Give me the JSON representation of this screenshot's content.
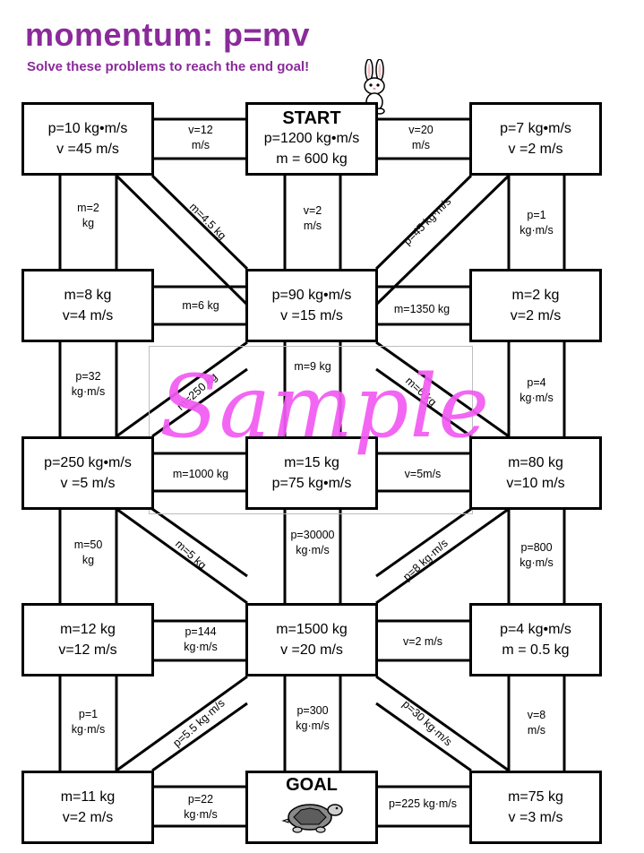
{
  "header": {
    "title": "momentum: p=mv",
    "subtitle": "Solve these problems to reach the end goal!"
  },
  "colors": {
    "title": "#8b2a9b",
    "watermark": "#f35af3",
    "line": "#000000"
  },
  "icons": {
    "top_right": "bunny-icon",
    "goal": "turtle-icon"
  },
  "boxes": {
    "b00": {
      "line1": "p=10 kg•m/s",
      "line2": "v =45 m/s"
    },
    "b01": {
      "header": "START",
      "line1": "p=1200 kg•m/s",
      "line2": "m = 600 kg"
    },
    "b02": {
      "line1": "p=7 kg•m/s",
      "line2": "v =2 m/s"
    },
    "b10": {
      "line1": "m=8 kg",
      "line2": "v=4 m/s"
    },
    "b11": {
      "line1": "p=90 kg•m/s",
      "line2": "v =15 m/s"
    },
    "b12": {
      "line1": "m=2 kg",
      "line2": "v=2 m/s"
    },
    "b20": {
      "line1": "p=250 kg•m/s",
      "line2": "v =5 m/s"
    },
    "b21": {
      "line1": "m=15 kg",
      "line2": "p=75 kg•m/s"
    },
    "b22": {
      "line1": "m=80 kg",
      "line2": "v=10 m/s"
    },
    "b30": {
      "line1": "m=12 kg",
      "line2": "v=12 m/s"
    },
    "b31": {
      "line1": "m=1500 kg",
      "line2": "v =20 m/s"
    },
    "b32": {
      "line1": "p=4 kg•m/s",
      "line2": "m = 0.5 kg"
    },
    "b40": {
      "line1": "m=11 kg",
      "line2": "v=2 m/s"
    },
    "b41": {
      "header": "GOAL"
    },
    "b42": {
      "line1": "m=75 kg",
      "line2": "v =3 m/s"
    }
  },
  "horizontal_paths": {
    "r0a": [
      "v=12",
      "m/s"
    ],
    "r0b": [
      "v=20",
      "m/s"
    ],
    "r1a": [
      "m=6 kg"
    ],
    "r1b": [
      "m=1350 kg"
    ],
    "r2a": [
      "m=1000 kg"
    ],
    "r2b": [
      "v=5m/s"
    ],
    "r3a": [
      "p=144",
      "kg·m/s"
    ],
    "r3b": [
      "v=2 m/s"
    ],
    "r4a": [
      "p=22",
      "kg·m/s"
    ],
    "r4b": [
      "p=225 kg·m/s"
    ]
  },
  "vertical_paths": {
    "c0a": [
      "m=2",
      "kg"
    ],
    "c1a": [
      "v=2",
      "m/s"
    ],
    "c2a": [
      "p=1",
      "kg·m/s"
    ],
    "c0b": [
      "p=32",
      "kg·m/s"
    ],
    "c1b": [
      "m=9 kg"
    ],
    "c2b": [
      "p=4",
      "kg·m/s"
    ],
    "c0c": [
      "m=50",
      "kg"
    ],
    "c1c": [
      "p=30000",
      "kg·m/s"
    ],
    "c2c": [
      "p=800",
      "kg·m/s"
    ],
    "c0d": [
      "p=1",
      "kg·m/s"
    ],
    "c1d": [
      "p=300",
      "kg·m/s"
    ],
    "c2d": [
      "v=8",
      "m/s"
    ]
  },
  "diagonal_paths": {
    "d1": "m=4.5 kg",
    "d2": "p=45 kg·m/s",
    "d3": "m=250 kg",
    "d4": "m=6 kg",
    "d5": "m=5 kg",
    "d6": "p=8 kg·m/s",
    "d7": "p=5.5 kg·m/s",
    "d8": "p=30 kg·m/s"
  },
  "watermark": "Sample"
}
